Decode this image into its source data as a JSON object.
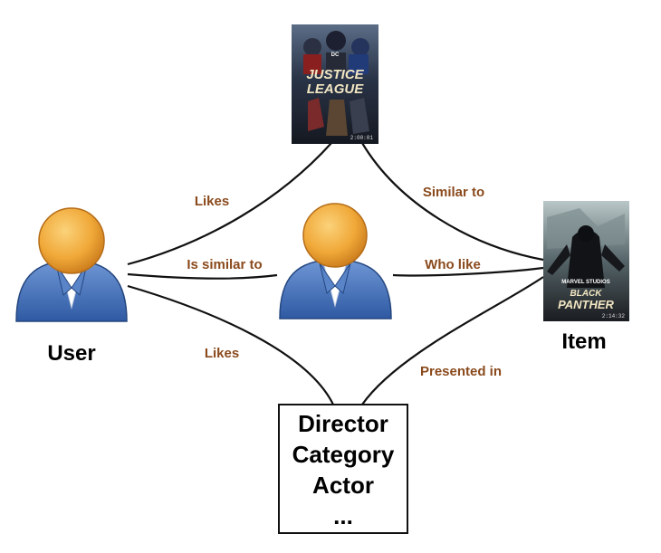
{
  "nodes": {
    "user": {
      "label": "User"
    },
    "item": {
      "label": "Item"
    },
    "features_box": {
      "lines": [
        "Director",
        "Category",
        "Actor",
        "..."
      ]
    },
    "poster_justice_league": {
      "title_line1": "JUSTICE",
      "title_line2": "LEAGUE",
      "logo": "DC",
      "time": "2:00:01"
    },
    "poster_black_panther": {
      "title_line1": "BLACK",
      "title_line2": "PANTHER",
      "logo": "MARVEL STUDIOS",
      "time": "2:14:32"
    }
  },
  "edges": {
    "user_poster": "Likes",
    "poster_item": "Similar to",
    "user_similar_user": "Is similar to",
    "similar_user_item": "Who like",
    "user_box": "Likes",
    "box_item": "Presented in"
  },
  "colors": {
    "edge_label": "#8a4a1c",
    "person_head": "#f0a838",
    "person_body": "#3d6bb6",
    "edge_line": "#111111"
  }
}
